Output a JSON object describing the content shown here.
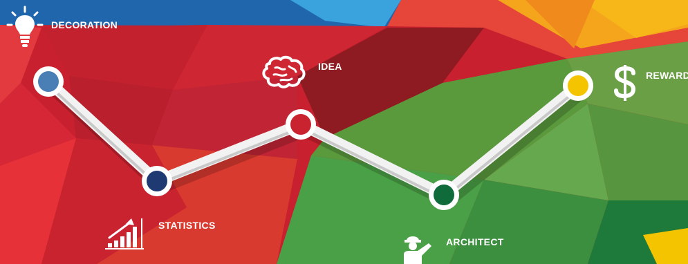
{
  "milestones": [
    {
      "label": "DECORATION",
      "icon": "lightbulb-icon",
      "color": "#4a7fb5"
    },
    {
      "label": "STATISTICS",
      "icon": "bar-chart-icon",
      "color": "#1f3a73"
    },
    {
      "label": "IDEA",
      "icon": "brain-icon",
      "color": "#c8232f"
    },
    {
      "label": "ARCHITECT",
      "icon": "worker-icon",
      "color": "#0f6b3a"
    },
    {
      "label": "REWARD",
      "icon": "dollar-icon",
      "color": "#f5c400"
    }
  ],
  "colors": {
    "red": "#c8202e",
    "dark_red": "#8e1b22",
    "orange": "#f08a1c",
    "blue": "#1f6db3",
    "green": "#4f9e3f",
    "dark_green": "#0f6b3a"
  }
}
